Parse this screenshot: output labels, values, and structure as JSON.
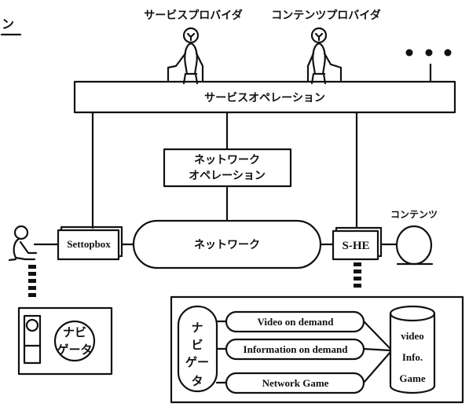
{
  "header_fragment": "ン",
  "actors": {
    "service_provider": "サービスプロバイダ",
    "content_provider": "コンテンツプロバイダ"
  },
  "service_operation": "サービスオペレーション",
  "network_operation": [
    "ネットワーク",
    "オペレーション"
  ],
  "network": "ネットワーク",
  "settopbox": "Settopbox",
  "she": "S-HE",
  "contents": "コンテンツ",
  "home_navigator": [
    "ナビ",
    "ゲータ"
  ],
  "navigator_chars": [
    "ナ",
    "ビ",
    "ゲ",
    "ー",
    "タ"
  ],
  "services": [
    "Video on demand",
    "Information on demand",
    "Network Game"
  ],
  "content_db": [
    "video",
    "Info.",
    "Game"
  ]
}
